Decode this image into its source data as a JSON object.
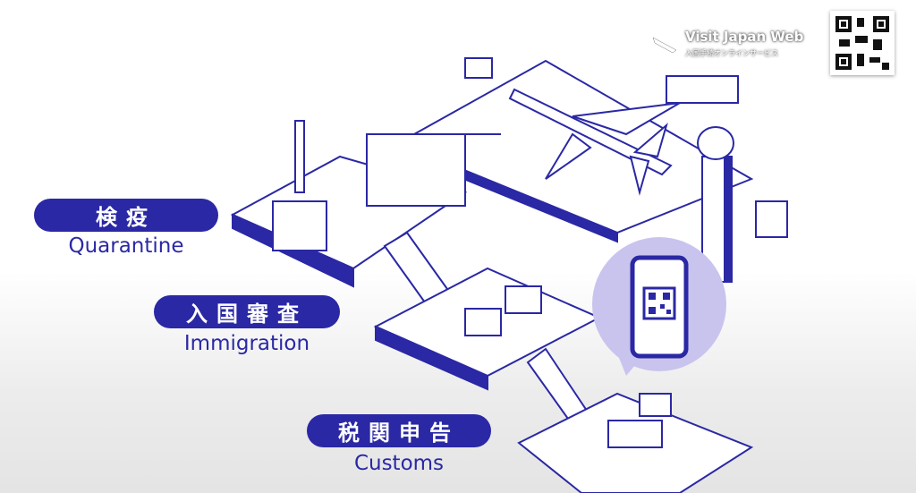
{
  "steps": [
    {
      "ja": "検疫",
      "en": "Quarantine"
    },
    {
      "ja": "入国審査",
      "en": "Immigration"
    },
    {
      "ja": "税関申告",
      "en": "Customs"
    }
  ],
  "logo": {
    "title": "Visit Japan Web",
    "subtitle": "入国手続オンラインサービス"
  },
  "colors": {
    "brand": "#2a28a4",
    "phone_bubble": "#c9c4ee"
  }
}
